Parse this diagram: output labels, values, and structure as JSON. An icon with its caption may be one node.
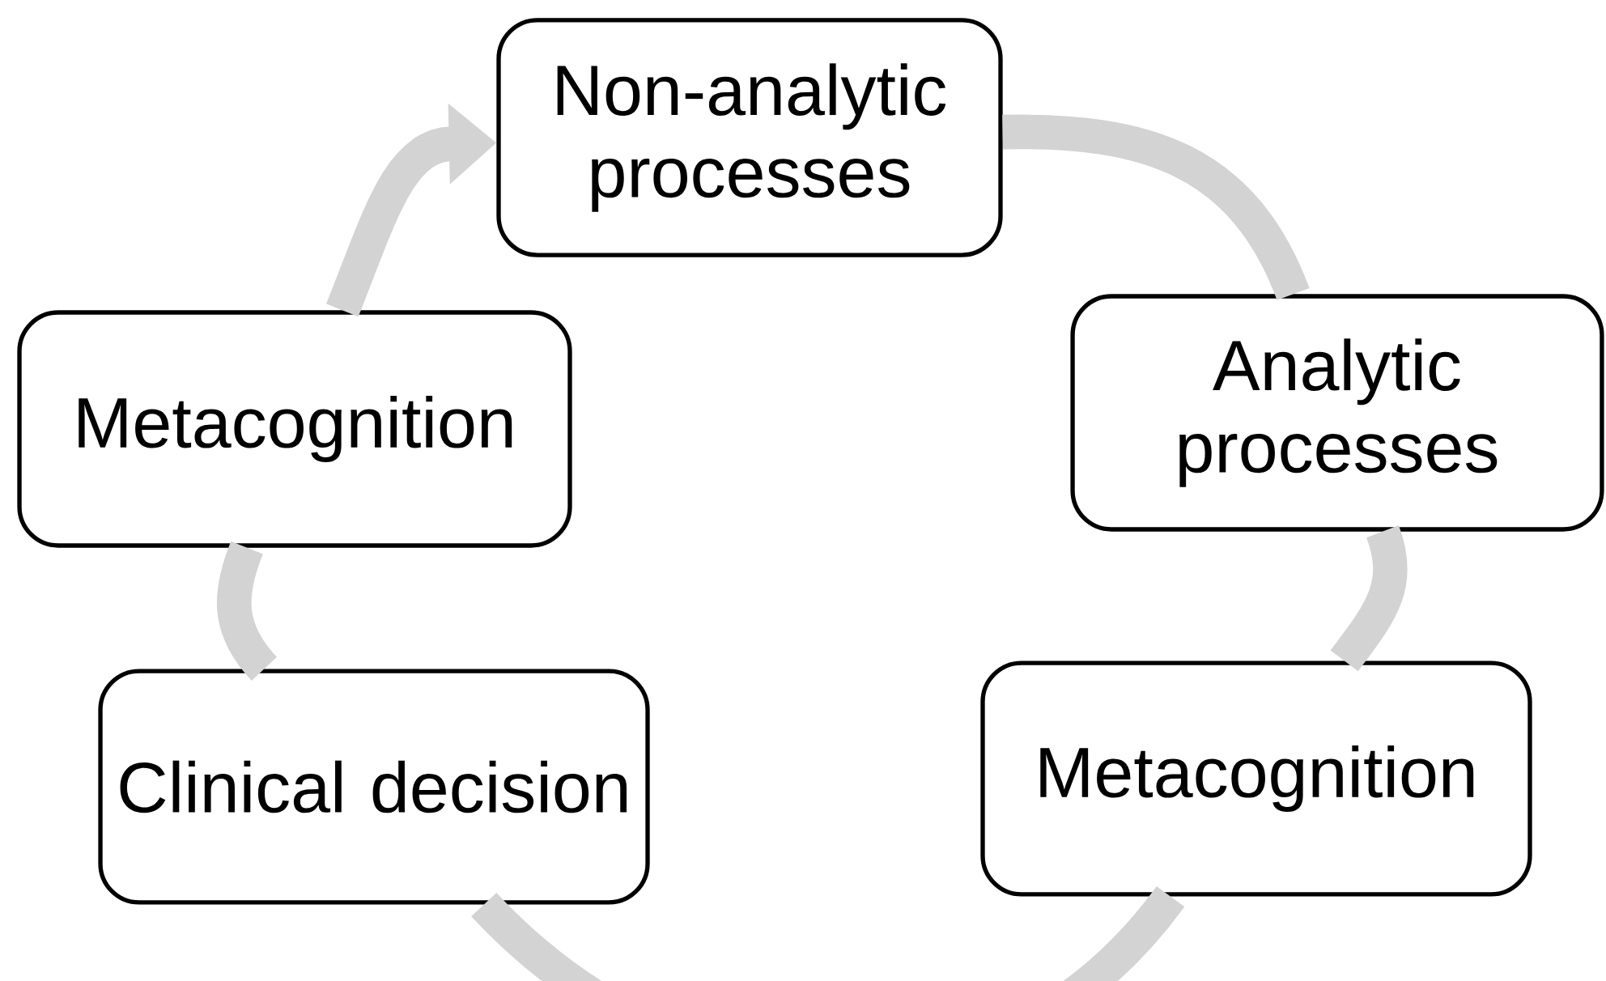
{
  "diagram": {
    "nodes": [
      {
        "text": [
          "Non-analytic processes"
        ]
      },
      {
        "text": [
          "Analytic processes"
        ]
      },
      {
        "text": [
          "Metacognition"
        ]
      },
      {
        "text": [
          "Clinical decision"
        ]
      },
      {
        "text": [
          "Metacognition"
        ]
      }
    ],
    "edges": [
      {
        "from": 0,
        "to": 1,
        "arrow": "none"
      },
      {
        "from": 1,
        "to": 2,
        "arrow": "none"
      },
      {
        "from": 2,
        "to": 3,
        "arrow": "none"
      },
      {
        "from": 3,
        "to": 4,
        "arrow": "none"
      },
      {
        "from": 4,
        "to": 0,
        "arrow": "to"
      }
    ]
  }
}
